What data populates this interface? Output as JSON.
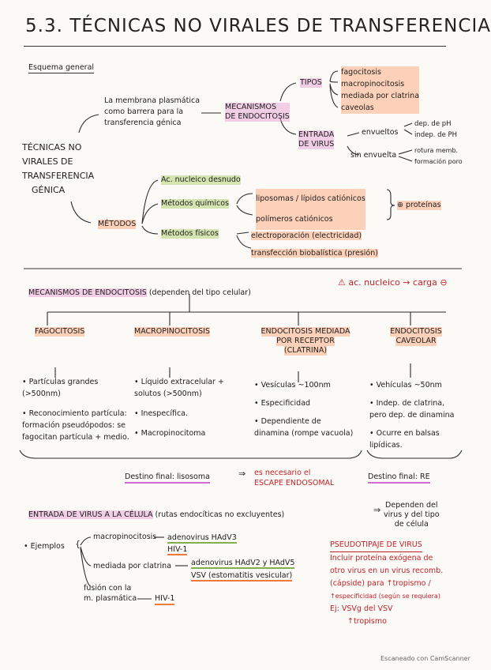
{
  "title": "5.3. TÉCNICAS NO VIRALES DE TRANSFERENCIA",
  "esquema": {
    "label": "Esquema general",
    "root": [
      "TÉCNICAS NO",
      "VIRALES DE",
      "TRANSFERENCIA",
      "GÉNICA"
    ],
    "membrana": [
      "La membrana plasmática",
      "como barrera para la",
      "transferencia génica"
    ],
    "mecanismos": [
      "MECANISMOS",
      "DE ENDOCITOSIS"
    ],
    "tipos": "TIPOS",
    "tipos_items": [
      "fagocitosis",
      "macropinocitosis",
      "mediada por clatrina",
      "caveolas"
    ],
    "entrada": [
      "ENTRADA",
      "DE VIRUS"
    ],
    "envueltos": "envueltos",
    "env_items": [
      "dep. de pH",
      "indep. de PH"
    ],
    "sinenvuelta": "sin envuelta",
    "sin_items": [
      "rotura memb.",
      "formación poro"
    ],
    "metodos": "MÉTODOS",
    "acnucleico": "Ac. nucleico desnudo",
    "quimicos": "Métodos químicos",
    "quim_items": [
      "liposomas / lípidos catiónicos",
      "polímeros catiónicos"
    ],
    "proteinas": "⊕ proteínas",
    "fisicos": "Métodos físicos",
    "fis_items": [
      "electroporación (electricidad)",
      "transfección biobalística (presión)"
    ]
  },
  "endocitosis": {
    "heading": "MECANISMOS DE ENDOCITOSIS",
    "note": "(dependen del tipo celular)",
    "warning": "ac. nucleico → carga ⊖",
    "columns": [
      {
        "title": [
          "FAGOCITOSIS"
        ],
        "items": [
          "Partículas grandes (>500nm)",
          "Reconocimiento partícula: formación pseudópodos: se fagocitan partícula + medio."
        ]
      },
      {
        "title": [
          "MACROPINOCITOSIS"
        ],
        "items": [
          "Líquido extracelular + solutos (>500nm)",
          "Inespecífica.",
          "Macropinocitoma"
        ]
      },
      {
        "title": [
          "ENDOCITOSIS MEDIADA",
          "POR RECEPTOR",
          "(CLATRINA)"
        ],
        "items": [
          "Vesículas ~100nm",
          "Especificidad",
          "Dependiente de dinamina (rompe vacuola)"
        ]
      },
      {
        "title": [
          "ENDOCITOSIS",
          "CAVEOLAR"
        ],
        "items": [
          "Vehículas ~50nm",
          "Indep. de clatrina, pero dep. de dinamina",
          "Ocurre en balsas lipídicas."
        ]
      }
    ],
    "destino_lisosoma": "Destino final: lisosoma",
    "escape": [
      "es necesario el",
      "ESCAPE ENDOSOMAL"
    ],
    "destino_re": "Destino final: RE"
  },
  "entrada": {
    "heading": "ENTRADA DE VIRUS A LA CÉLULA",
    "note": "(rutas endocíticas no excluyentes)",
    "depend": [
      "Dependen del",
      "virus y del tipo",
      "de célula"
    ],
    "ejemplos": "Ejemplos",
    "macro": "macropinocitosis",
    "macro_items": [
      "adenovirus HAdV3",
      "HIV-1"
    ],
    "clatrina": "mediada por clatrina",
    "clat_items": [
      "adenovirus HAdV2 y HAdV5",
      "VSV (estomatitis vesicular)"
    ],
    "fusion": [
      "fusión con la",
      "m. plasmática"
    ],
    "fusion_item": "HIV-1",
    "pseudo_title": "PSEUDOTIPAJE DE VIRUS",
    "pseudo_lines": [
      "Incluir proteína exógena de",
      "otro virus en un virus recomb.",
      "(cápside) para ↑tropismo /",
      "↑especificidad (según se requiera)",
      "Ej: VSVg del VSV",
      "↑tropismo"
    ]
  },
  "footer": "Escaneado con CamScanner"
}
